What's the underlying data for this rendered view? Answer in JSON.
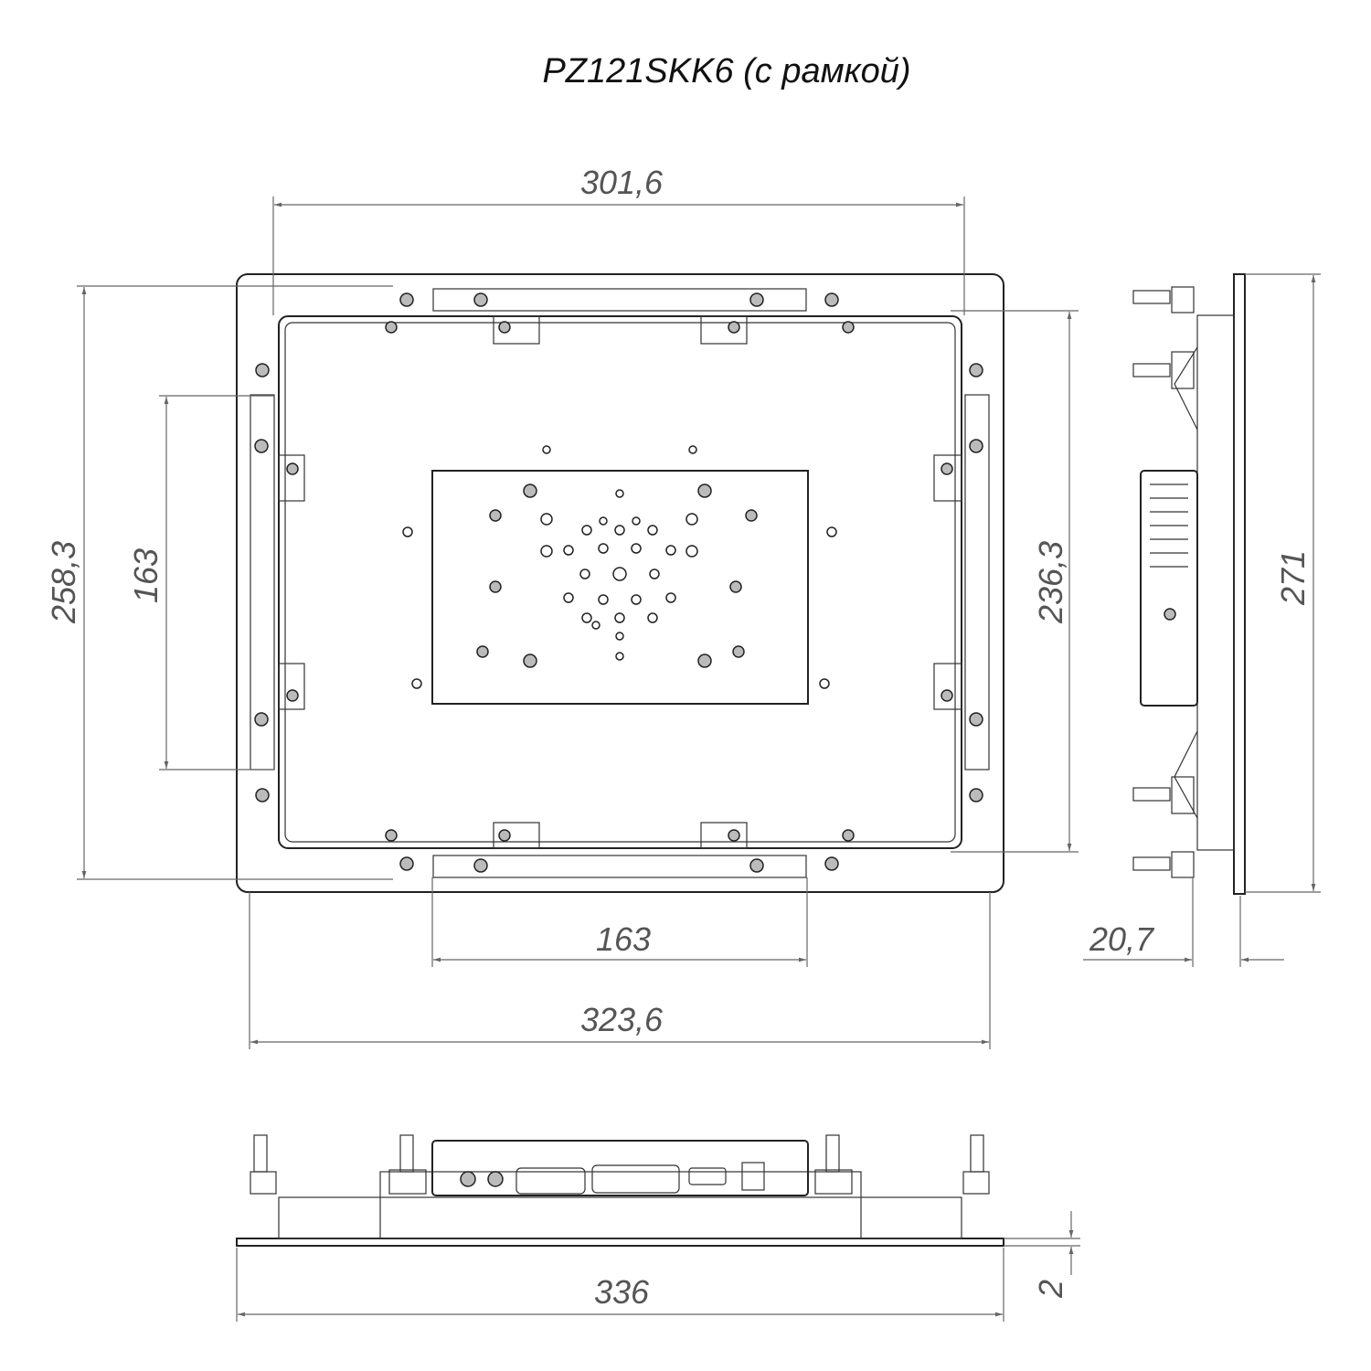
{
  "title": "PZ121SKK6 (с рамкой)",
  "dimensions": {
    "frame_inner_width": "301,6",
    "frame_height": "258,3",
    "vesa_vertical": "163",
    "inner_height": "236,3",
    "side_height": "271",
    "vesa_horizontal": "163",
    "depth": "20,7",
    "bracket_width": "323,6",
    "total_width": "336",
    "frame_thickness": "2"
  }
}
